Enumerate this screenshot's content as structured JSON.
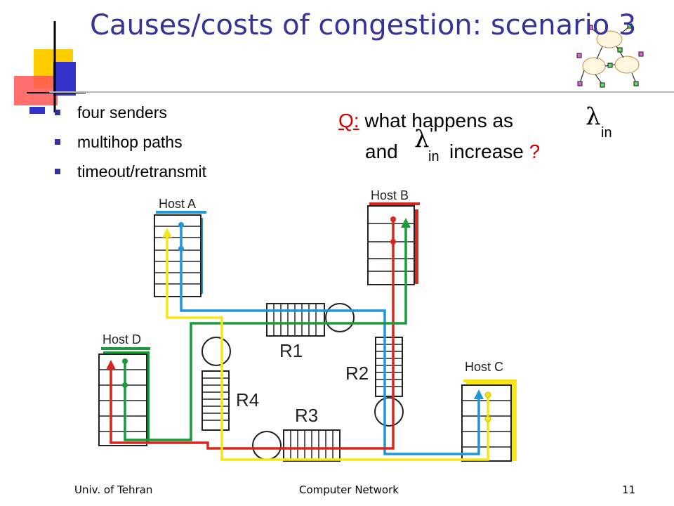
{
  "title": "Causes/costs of congestion: scenario 3",
  "bullets": [
    "four senders",
    "multihop paths",
    "timeout/retransmit"
  ],
  "question": {
    "q_label": "Q:",
    "line1": "what happens as",
    "line2_and": "and",
    "line2_increase": "increase",
    "qmark": "?",
    "lambda": "λ",
    "sub_in": "in",
    "prime": "'"
  },
  "diagram": {
    "hosts": [
      "Host A",
      "Host B",
      "Host C",
      "Host D"
    ],
    "routers": [
      "R1",
      "R2",
      "R3",
      "R4"
    ]
  },
  "colors": {
    "title": "#333399",
    "red_path": "#d7261e",
    "green_path": "#1a9a3a",
    "blue_path": "#2196d8",
    "yellow_path": "#f5e616"
  },
  "footer": {
    "left": "Univ. of Tehran",
    "center": "Computer Network",
    "page": "11"
  }
}
